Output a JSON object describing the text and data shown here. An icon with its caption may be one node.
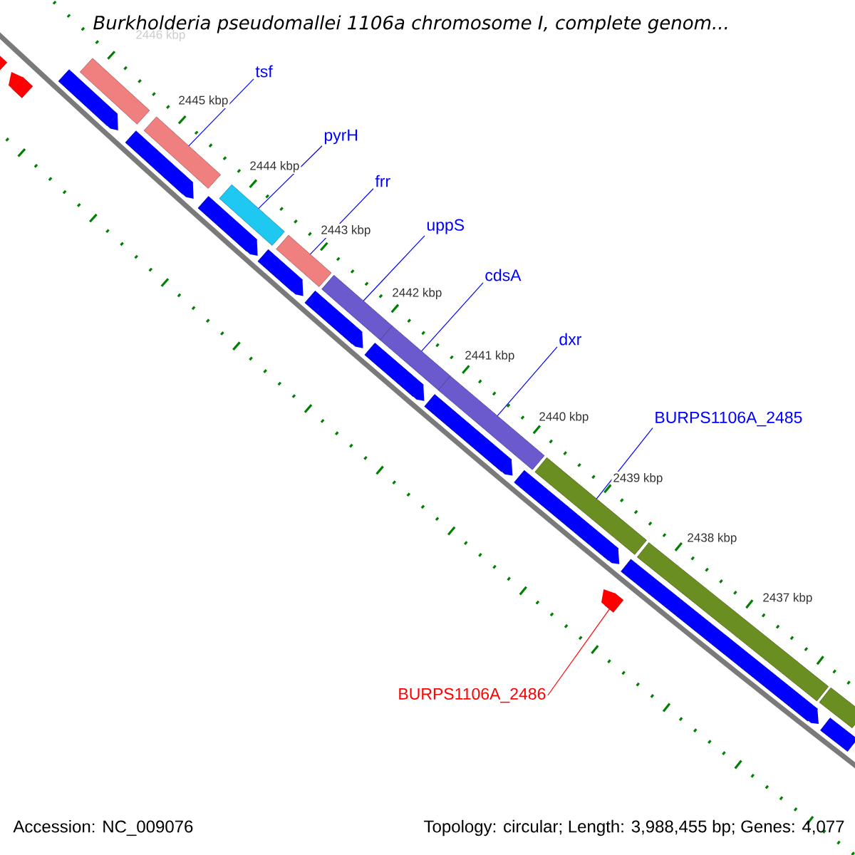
{
  "diagram": {
    "title": "Burkholderia pseudomallei 1106a chromosome I, complete genom...",
    "nodes": [
      {
        "text": [
          "tsf"
        ]
      },
      {
        "text": [
          "pyrH"
        ]
      },
      {
        "text": [
          "frr"
        ]
      },
      {
        "text": [
          "uppS"
        ]
      },
      {
        "text": [
          "cdsA"
        ]
      },
      {
        "text": [
          "dxr"
        ]
      },
      {
        "text": [
          "BURPS1106A_2485"
        ]
      },
      {
        "text": [
          "BURPS1106A_2486"
        ]
      },
      {
        "text": [],
        "shape": "bar"
      },
      {
        "text": [],
        "shape": "bar"
      },
      {
        "text": [],
        "shape": "bar"
      },
      {
        "text": [],
        "shape": "bar"
      },
      {
        "text": [],
        "shape": "bar"
      },
      {
        "text": [],
        "shape": "bar"
      },
      {
        "text": [],
        "shape": "bar"
      },
      {
        "text": [],
        "shape": "bar"
      },
      {
        "text": [],
        "shape": "bar"
      },
      {
        "text": [],
        "shape": "bar"
      },
      {
        "text": [],
        "shape": "bar"
      },
      {
        "text": [],
        "shape": "bar"
      },
      {
        "text": [],
        "shape": "bar"
      },
      {
        "text": [],
        "shape": "bar"
      },
      {
        "text": [],
        "shape": "bar"
      },
      {
        "text": [],
        "shape": "bar"
      },
      {
        "text": [],
        "shape": "bar"
      },
      {
        "text": [],
        "shape": "bar"
      },
      {
        "text": [],
        "shape": "bar"
      },
      {
        "text": [],
        "shape": "bar"
      },
      {
        "text": [],
        "shape": "bar"
      },
      {
        "text": [],
        "shape": "bar"
      },
      {
        "text": [],
        "shape": "bar"
      }
    ],
    "edges": [
      {
        "from": 0,
        "to": 9,
        "arrow": "none"
      },
      {
        "from": 1,
        "to": 10,
        "arrow": "none"
      },
      {
        "from": 2,
        "to": 11,
        "arrow": "none"
      },
      {
        "from": 3,
        "to": 12,
        "arrow": "none"
      },
      {
        "from": 4,
        "to": 13,
        "arrow": "none"
      },
      {
        "from": 5,
        "to": 14,
        "arrow": "none"
      },
      {
        "from": 6,
        "to": 15,
        "arrow": "none"
      },
      {
        "from": 7,
        "to": 30,
        "arrow": "none",
        "color": "#ff0000"
      }
    ],
    "labels": [
      "2446 kbp",
      "2445 kbp",
      "2444 kbp",
      "2443 kbp",
      "2442 kbp",
      "2441 kbp",
      "2440 kbp",
      "2439 kbp",
      "2438 kbp",
      "2437 kbp",
      "Accession: NC_009076",
      "Topology: circular; Length: 3,988,455 bp; Genes: 4,077"
    ]
  }
}
